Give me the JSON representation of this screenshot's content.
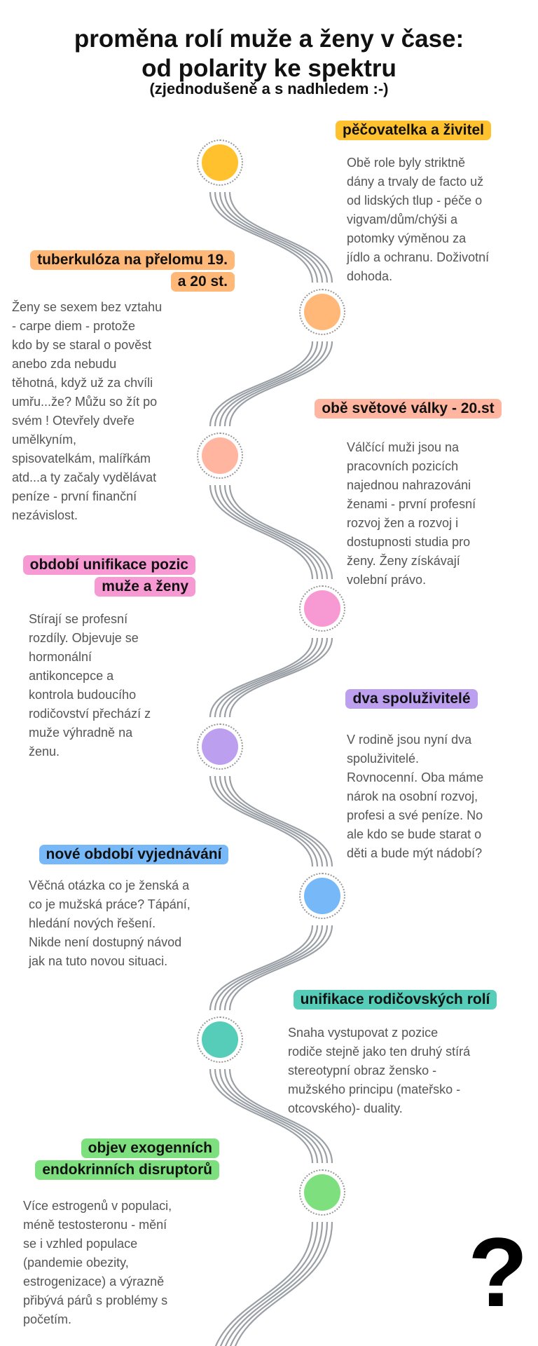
{
  "header": {
    "title_line1": "proměna rolí muže a ženy v čase:",
    "title_line2": "od polarity ke spektru",
    "subtitle": "(zjednodušeně a s nadhledem :-)"
  },
  "entries": [
    {
      "label": [
        "pěčovatelka a živitel"
      ],
      "color": "#FFC22E",
      "text": [
        "Obě role byly striktně",
        "dány a trvaly de facto už",
        "od lidských tlup - péče o",
        "vigvam/dům/chýši a",
        "potomky výměnou za",
        "jídlo a ochranu. Doživotní",
        "dohoda."
      ]
    },
    {
      "label": [
        "tuberkulóza na přelomu 19.",
        "a 20 st."
      ],
      "color": "#FFB877",
      "text": [
        "Ženy se sexem bez vztahu",
        "- carpe diem - protože",
        "kdo by se staral o pověst",
        "anebo zda nebudu",
        "těhotná, když už za chvíli",
        "umřu...že? Můžu so žít po",
        "svém ! Otevřely dveře",
        "umělkyním,",
        "spisovatelkám, malířkám",
        "atd...a ty začaly vydělávat",
        "peníze - první finanční",
        "nezávislost."
      ]
    },
    {
      "label": [
        "obě světové války - 20.st"
      ],
      "color": "#FFB5A0",
      "text": [
        "Válčící muži  jsou na",
        "pracovních pozicích",
        "najednou nahrazováni",
        "ženami - první profesní",
        "rozvoj žen a rozvoj i",
        "dostupnosti studia pro",
        "ženy. Ženy získávají",
        "volební právo."
      ]
    },
    {
      "label": [
        "období unifikace pozic",
        "muže a ženy"
      ],
      "color": "#F79AD3",
      "text": [
        "Stírají se profesní",
        "rozdíly. Objevuje se",
        "hormonální",
        "antikoncepce a",
        "kontrola budoucího",
        "rodičovství přechází z",
        "muže výhradně na",
        "ženu."
      ]
    },
    {
      "label": [
        "dva spoluživitelé"
      ],
      "color": "#BC9FEE",
      "text": [
        "V rodině jsou nyní dva",
        "spoluživitelé.",
        "Rovnocenní.  Oba máme",
        "nárok na osobní rozvoj,",
        "profesi a své peníze. No",
        "ale kdo se bude starat o",
        "děti a bude mýt nádobí?"
      ]
    },
    {
      "label": [
        "nové období vyjednávání"
      ],
      "color": "#77B8F9",
      "text": [
        "Věčná otázka co je ženská a",
        "co je mužská práce? Tápání,",
        "hledání nových řešení.",
        "Nikde není dostupný návod",
        "jak na tuto novou situaci."
      ]
    },
    {
      "label": [
        "unifikace rodičovských rolí"
      ],
      "color": "#55CDB8",
      "text": [
        "Snaha vystupovat z pozice",
        "rodiče stejně jako ten druhý stírá",
        "stereotypní obraz žensko -",
        "mužského principu (mateřsko -",
        "otcovského)- duality."
      ]
    },
    {
      "label": [
        "objev exogenních",
        "endokrinních disruptorů"
      ],
      "color": "#7EDF7E",
      "text": [
        "Více estrogenů v populaci,",
        "méně testosteronu - mění",
        "se i vzhled populace",
        "(pandemie obezity,",
        "estrogenizace) a výrazně",
        "přibývá párů s problémy s",
        "početím."
      ]
    }
  ],
  "footer": {
    "question_mark": "?"
  },
  "line_color": "#9AA0A6"
}
